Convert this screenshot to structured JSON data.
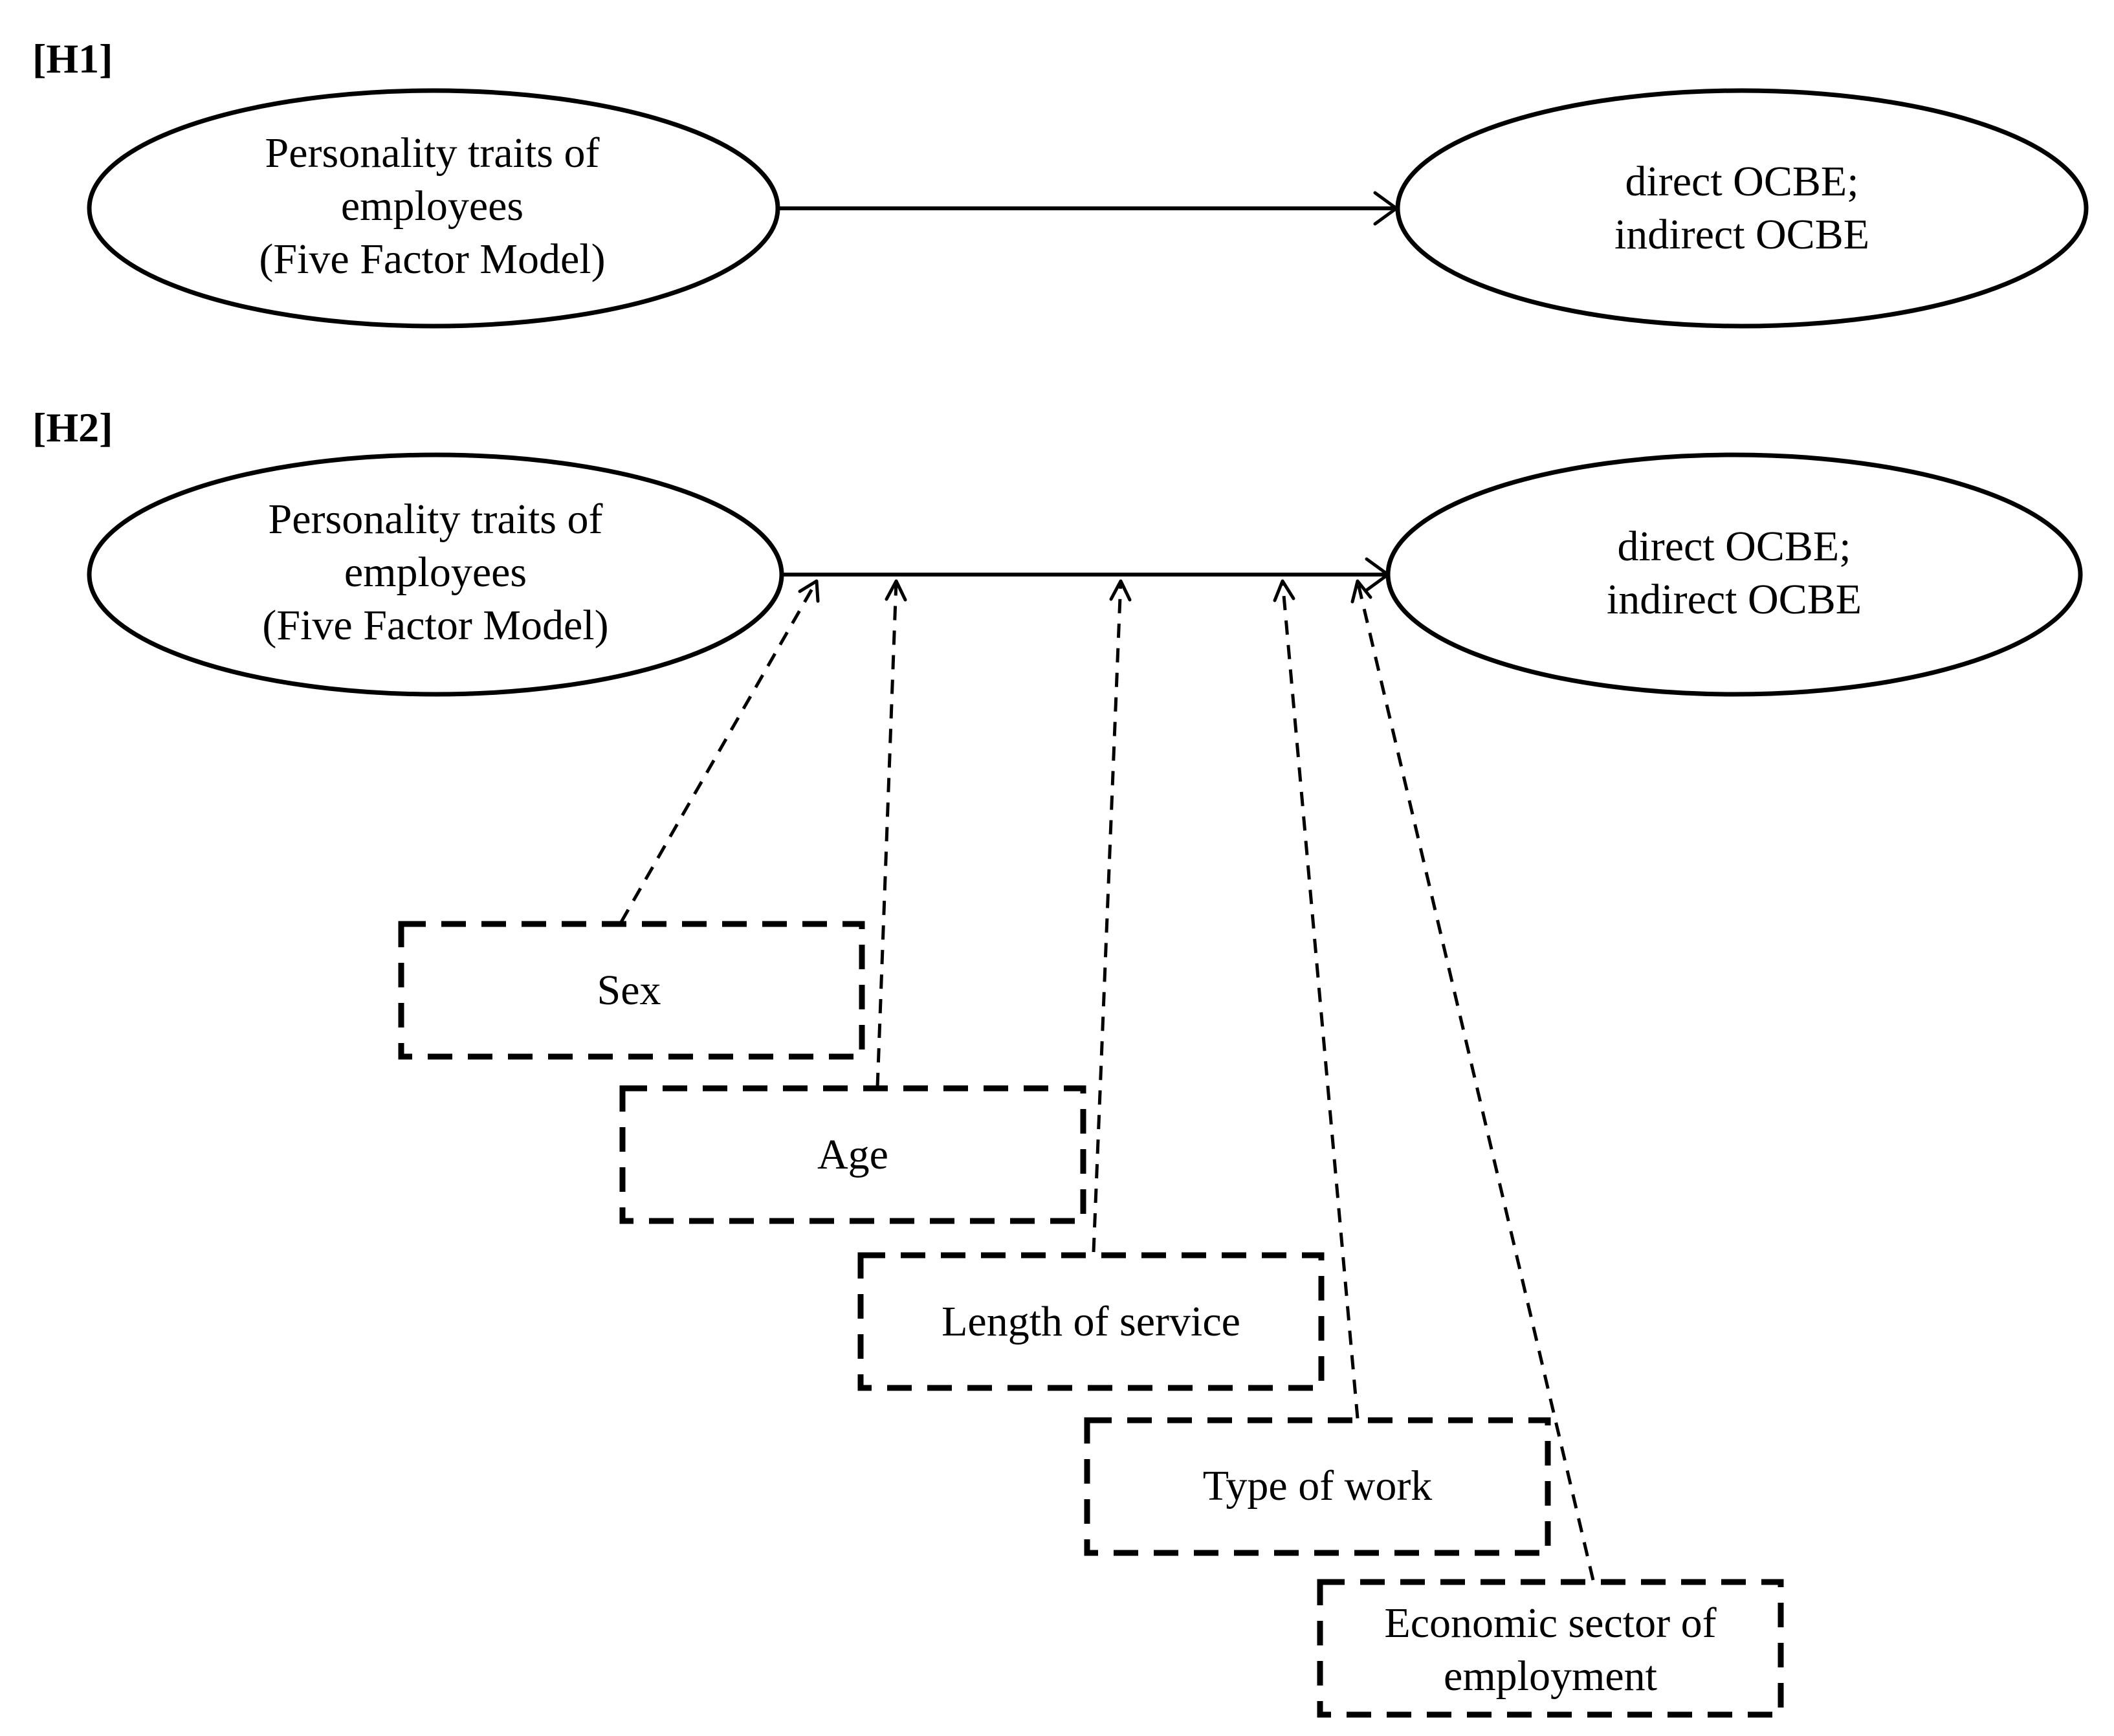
{
  "h1": {
    "label": "[H1]",
    "source": {
      "line1": "Personality traits of",
      "line2": "employees",
      "line3": "(Five Factor Model)"
    },
    "target": {
      "line1": "direct OCBE;",
      "line2": "indirect OCBE"
    }
  },
  "h2": {
    "label": "[H2]",
    "source": {
      "line1": "Personality traits of",
      "line2": "employees",
      "line3": "(Five Factor Model)"
    },
    "target": {
      "line1": "direct OCBE;",
      "line2": "indirect OCBE"
    },
    "moderators": {
      "sex": "Sex",
      "age": "Age",
      "length_of_service": "Length of service",
      "type_of_work": "Type of work",
      "economic_sector_line1": "Economic sector of",
      "economic_sector_line2": "employment"
    }
  }
}
